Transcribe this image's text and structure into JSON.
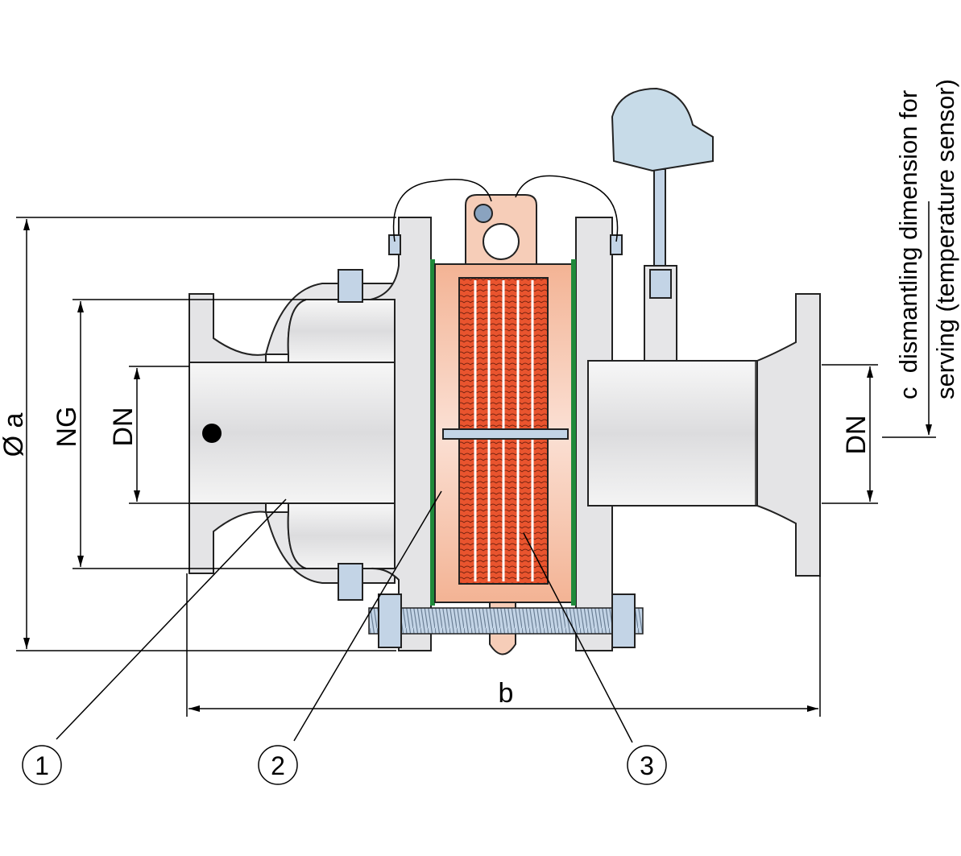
{
  "dimensions": {
    "outer_diameter": "Ø a",
    "nominal_size": "NG",
    "inlet_dn": "DN",
    "outlet_dn": "DN",
    "length": "b",
    "dismantling_line1": "c  dismantling dimension for",
    "dismantling_line2": "serving (temperature sensor)"
  },
  "callouts": [
    {
      "label": "1"
    },
    {
      "label": "2"
    },
    {
      "label": "3"
    }
  ],
  "colors": {
    "steel": "#e6e6e8",
    "copper_light": "#f6cdb8",
    "copper": "#f0a585",
    "element": "#e9542e",
    "gasket": "#1f8a3a",
    "bolt": "#b9cde3",
    "sensor_head": "#c7dbe8"
  }
}
